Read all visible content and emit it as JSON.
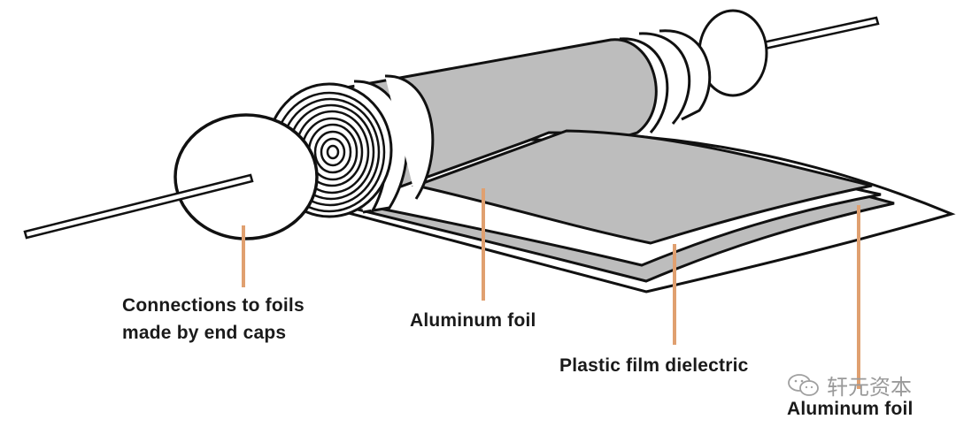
{
  "diagram": {
    "title": "Film capacitor construction",
    "colors": {
      "foil": "#bdbdbd",
      "outline": "#111111",
      "leader": "#e0a070",
      "background": "#ffffff"
    },
    "components": [
      {
        "id": "end-cap-left",
        "name": "End cap"
      },
      {
        "id": "lead-left",
        "name": "Lead wire"
      },
      {
        "id": "wound-roll",
        "name": "Wound foil roll"
      },
      {
        "id": "end-cap-right",
        "name": "End cap"
      },
      {
        "id": "lead-right",
        "name": "Lead wire"
      },
      {
        "id": "layer-foil-top",
        "name": "Aluminum foil"
      },
      {
        "id": "layer-dielectric",
        "name": "Plastic film dielectric"
      },
      {
        "id": "layer-foil-bottom",
        "name": "Aluminum foil"
      }
    ],
    "labels": {
      "connections_line1": "Connections to foils",
      "connections_line2": "made by end caps",
      "aluminum_foil_1": "Aluminum foil",
      "plastic_film": "Plastic film dielectric",
      "aluminum_foil_2": "Aluminum foil"
    }
  },
  "watermark": {
    "icon": "wechat-icon",
    "text": "轩元资本"
  }
}
